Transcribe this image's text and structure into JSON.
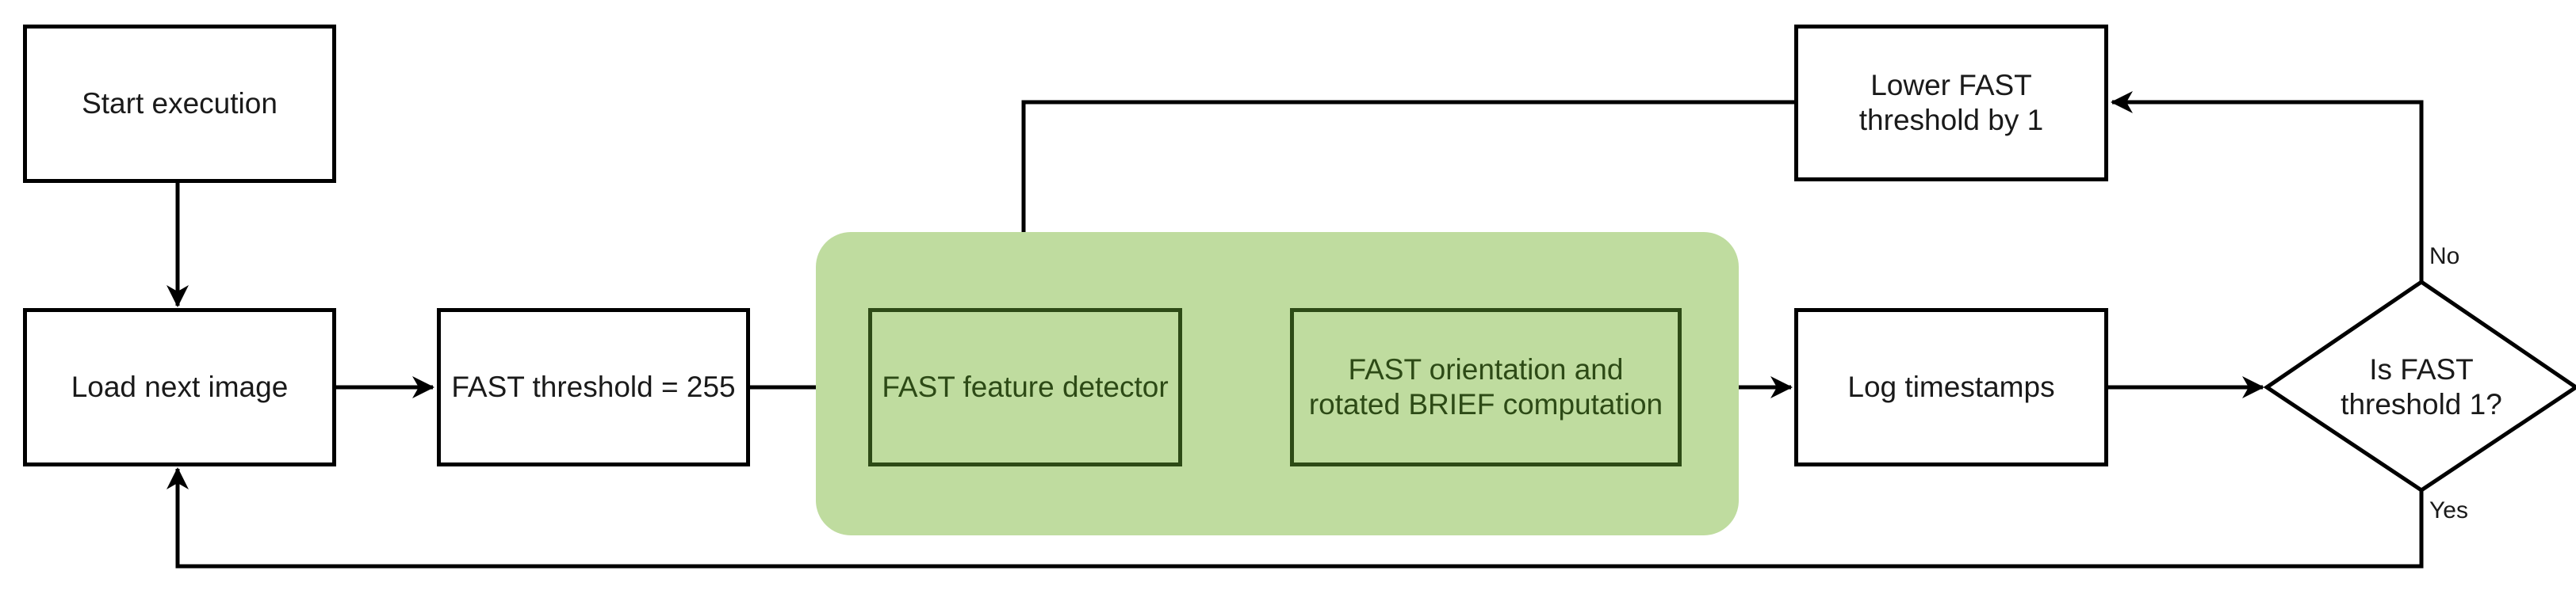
{
  "colors": {
    "line": "#000000",
    "highlight_fill": "#bfdc9f",
    "highlight_stroke": "#2d4a16"
  },
  "nodes": {
    "start": "Start execution",
    "load_image": "Load next image",
    "fast_threshold_init": "FAST threshold = 255",
    "fast_detector": "FAST feature detector",
    "orientation_brief": "FAST orientation and rotated BRIEF computation",
    "log_timestamps": "Log timestamps",
    "lower_threshold": "Lower FAST threshold by 1",
    "decision": "Is FAST threshold 1?"
  },
  "edge_labels": {
    "no": "No",
    "yes": "Yes"
  }
}
